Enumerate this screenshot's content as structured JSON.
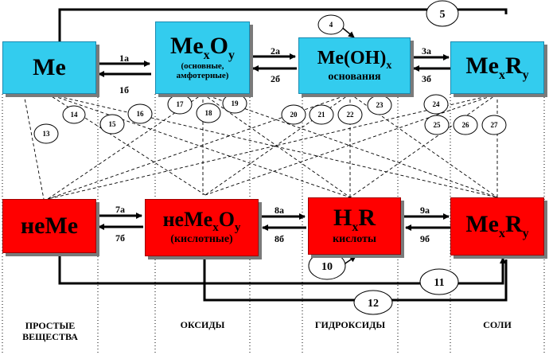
{
  "colors": {
    "basic": "#33ccee",
    "acidic": "#ff0000",
    "line": "#000000"
  },
  "boxes": {
    "me": {
      "main": "Me",
      "sub": ""
    },
    "me_oxide": {
      "main": "MexOy",
      "sub": "(основные, амфотерные)"
    },
    "me_oh": {
      "main": "Me(OH)x",
      "sub": "основания"
    },
    "me_salt": {
      "main": "MexRy",
      "sub": ""
    },
    "ne_me": {
      "main": "неMe",
      "sub": ""
    },
    "ne_oxide": {
      "main": "неMexOy",
      "sub": "(кислотные)"
    },
    "acid": {
      "main": "HxR",
      "sub": "кислоты"
    },
    "salt2": {
      "main": "MexRy",
      "sub": ""
    }
  },
  "arrow_labels": {
    "a1": "1а",
    "b1": "1б",
    "a2": "2а",
    "b2": "2б",
    "a3": "3а",
    "b3": "3б",
    "a7": "7а",
    "b7": "7б",
    "a8": "8а",
    "b8": "8б",
    "a9": "9а",
    "b9": "9б"
  },
  "circle_labels": [
    "4",
    "5",
    "10",
    "11",
    "12",
    "13",
    "14",
    "15",
    "16",
    "17",
    "18",
    "19",
    "20",
    "21",
    "22",
    "23",
    "24",
    "25",
    "26",
    "27"
  ],
  "categories": {
    "simple": "ПРОСТЫЕ ВЕЩЕСТВА",
    "oxides": "ОКСИДЫ",
    "hydroxides": "ГИДРОКСИДЫ",
    "salts": "СОЛИ"
  }
}
